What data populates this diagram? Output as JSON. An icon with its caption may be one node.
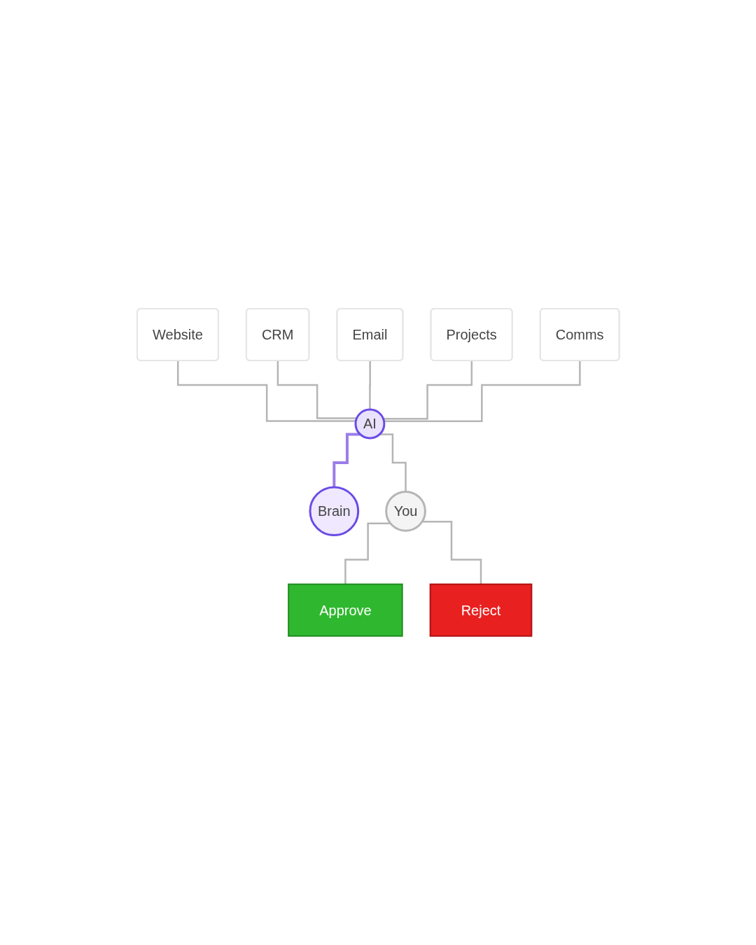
{
  "diagram": {
    "nodes": [
      {
        "text": [
          "Website"
        ]
      },
      {
        "text": [
          "CRM"
        ]
      },
      {
        "text": [
          "Email"
        ]
      },
      {
        "text": [
          "Projects"
        ]
      },
      {
        "text": [
          "Comms"
        ]
      },
      {
        "text": [
          "AI"
        ]
      },
      {
        "text": [
          "Brain"
        ]
      },
      {
        "text": [
          "You"
        ]
      },
      {
        "text": [
          "Approve"
        ]
      },
      {
        "text": [
          "Reject"
        ]
      }
    ],
    "edges": [
      {
        "from": 0,
        "to": 5,
        "arrow": "none"
      },
      {
        "from": 1,
        "to": 5,
        "arrow": "none"
      },
      {
        "from": 2,
        "to": 5,
        "arrow": "none"
      },
      {
        "from": 3,
        "to": 5,
        "arrow": "none"
      },
      {
        "from": 4,
        "to": 5,
        "arrow": "none"
      },
      {
        "from": 5,
        "to": 6,
        "arrow": "none",
        "color": "#9b7de8"
      },
      {
        "from": 5,
        "to": 7,
        "arrow": "none"
      },
      {
        "from": 7,
        "to": 8,
        "arrow": "none"
      },
      {
        "from": 7,
        "to": 9,
        "arrow": "none"
      }
    ]
  }
}
